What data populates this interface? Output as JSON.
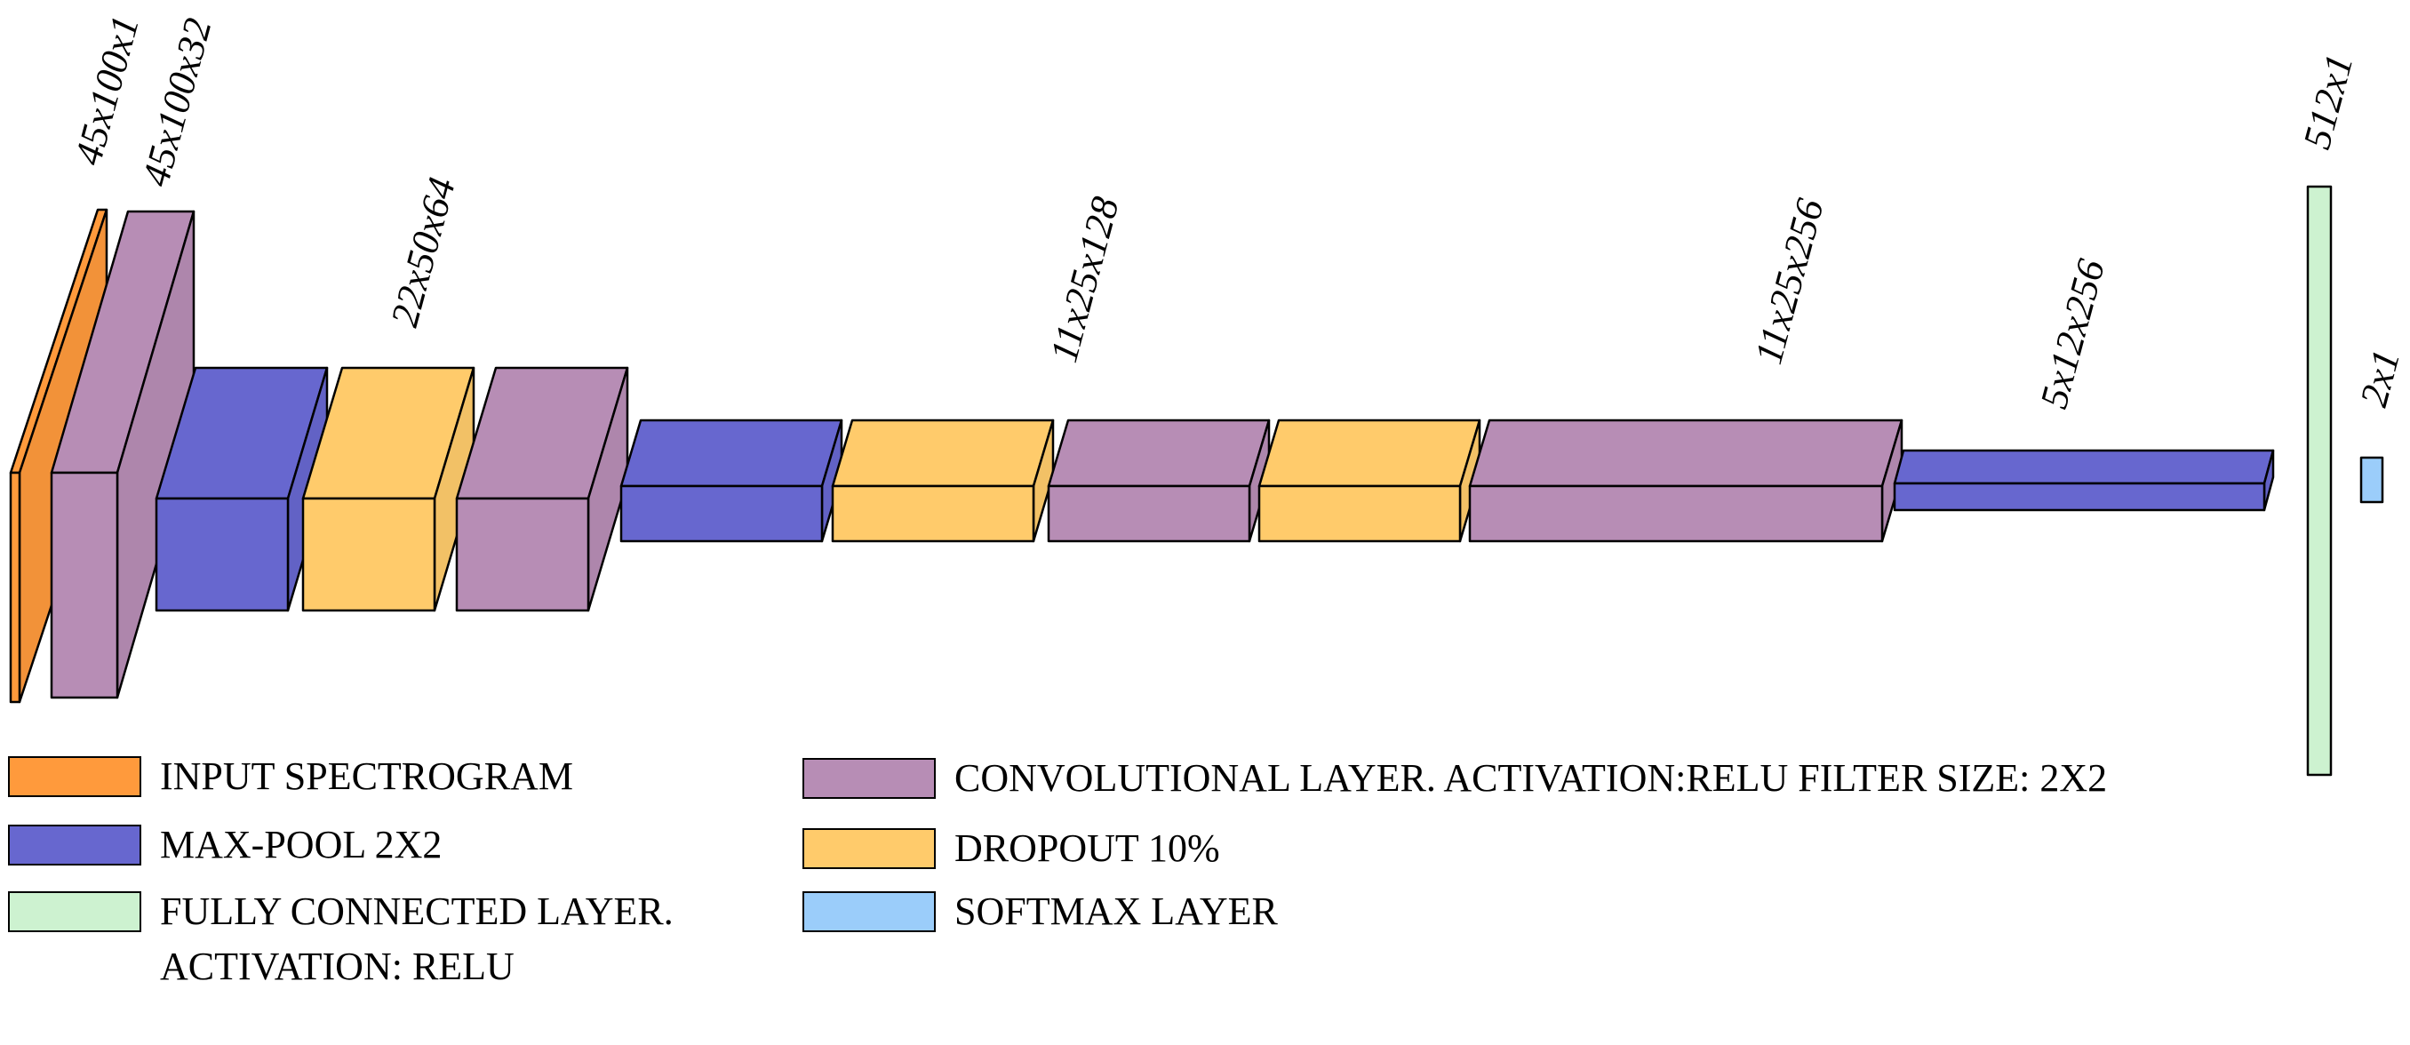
{
  "colors": {
    "input": "#FF9A3C",
    "conv": "#B78DB5",
    "maxpool": "#6767CF",
    "dropout": "#FFCB6B",
    "fc": "#CDF2D0",
    "softmax": "#9BCDFA"
  },
  "layers": [
    {
      "type": "input",
      "label": "45x100x1"
    },
    {
      "type": "conv",
      "label": "45x100x32"
    },
    {
      "type": "maxpool",
      "label": ""
    },
    {
      "type": "dropout",
      "label": "22x50x64"
    },
    {
      "type": "conv",
      "label": ""
    },
    {
      "type": "maxpool",
      "label": ""
    },
    {
      "type": "dropout",
      "label": ""
    },
    {
      "type": "conv",
      "label": "11x25x128"
    },
    {
      "type": "dropout",
      "label": ""
    },
    {
      "type": "conv",
      "label": "11x25x256"
    },
    {
      "type": "maxpool",
      "label": "5x12x256"
    },
    {
      "type": "fc",
      "label": "512x1"
    },
    {
      "type": "softmax",
      "label": "2x1"
    }
  ],
  "legend": [
    {
      "type": "input",
      "lines": [
        "INPUT SPECTROGRAM"
      ]
    },
    {
      "type": "maxpool",
      "lines": [
        "MAX-POOL 2X2"
      ]
    },
    {
      "type": "fc",
      "lines": [
        "FULLY CONNECTED LAYER.",
        "ACTIVATION: RELU"
      ]
    },
    {
      "type": "conv",
      "lines": [
        "CONVOLUTIONAL LAYER. ACTIVATION:RELU FILTER SIZE: 2X2"
      ]
    },
    {
      "type": "dropout",
      "lines": [
        "DROPOUT 10%"
      ]
    },
    {
      "type": "softmax",
      "lines": [
        "SOFTMAX LAYER"
      ]
    }
  ]
}
